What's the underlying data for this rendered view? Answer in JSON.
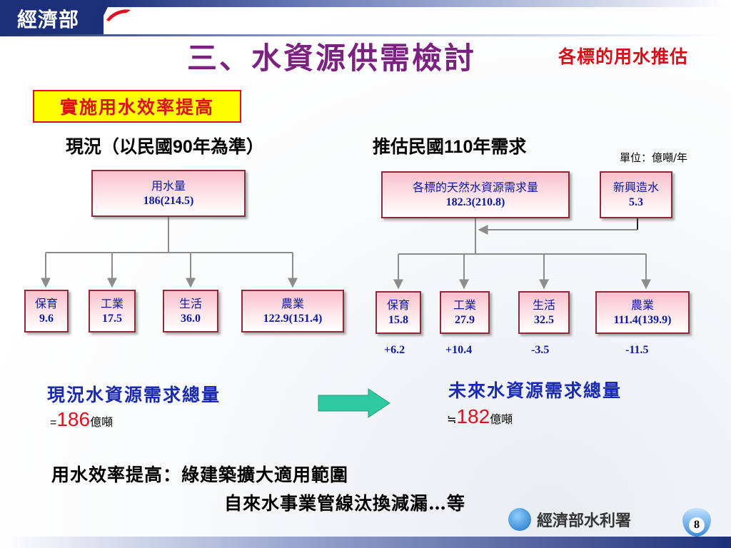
{
  "header": {
    "logo": "經濟部",
    "title": "三、水資源供需檢討",
    "subtitle": "各標的用水推估"
  },
  "tag": "實施用水效率提高",
  "current": {
    "heading_prefix": "現況（以民國",
    "heading_year": "90",
    "heading_suffix": "年為準）",
    "root": {
      "label": "用水量",
      "value": "186(214.5)"
    },
    "children": [
      {
        "label": "保育",
        "value": "9.6"
      },
      {
        "label": "工業",
        "value": "17.5"
      },
      {
        "label": "生活",
        "value": "36.0"
      },
      {
        "label": "農業",
        "value": "122.9(151.4)"
      }
    ],
    "total_label": "現況水資源需求總量",
    "total_symbol": "=",
    "total_value": "186",
    "total_unit": "億噸"
  },
  "future": {
    "heading_prefix": "推估民國",
    "heading_year": "110",
    "heading_suffix": "年需求",
    "unit_note": "單位：億噸/年",
    "root": {
      "label": "各標的天然水資源需求量",
      "value": "182.3(210.8)"
    },
    "new_source": {
      "label": "新興造水",
      "value": "5.3"
    },
    "children": [
      {
        "label": "保育",
        "value": "15.8",
        "diff": "+6.2"
      },
      {
        "label": "工業",
        "value": "27.9",
        "diff": "+10.4"
      },
      {
        "label": "生活",
        "value": "32.5",
        "diff": "-3.5"
      },
      {
        "label": "農業",
        "value": "111.4(139.9)",
        "diff": "-11.5"
      }
    ],
    "total_label": "未來水資源需求總量",
    "total_symbol": "≒",
    "total_value": "182",
    "total_unit": "億噸"
  },
  "measures": {
    "prefix": "用水效率提高：",
    "line1": "綠建築擴大適用範圍",
    "line2": "自來水事業管線汰換減漏…等"
  },
  "footer": {
    "org": "經濟部水利署",
    "page": "8"
  },
  "colors": {
    "title": "#7b2280",
    "subtitle": "#d4111b",
    "box_text": "#0a1aa0",
    "box_border": "#8a2a3a",
    "arrow": "#2ec9a0",
    "navy": "#1d2f78"
  }
}
